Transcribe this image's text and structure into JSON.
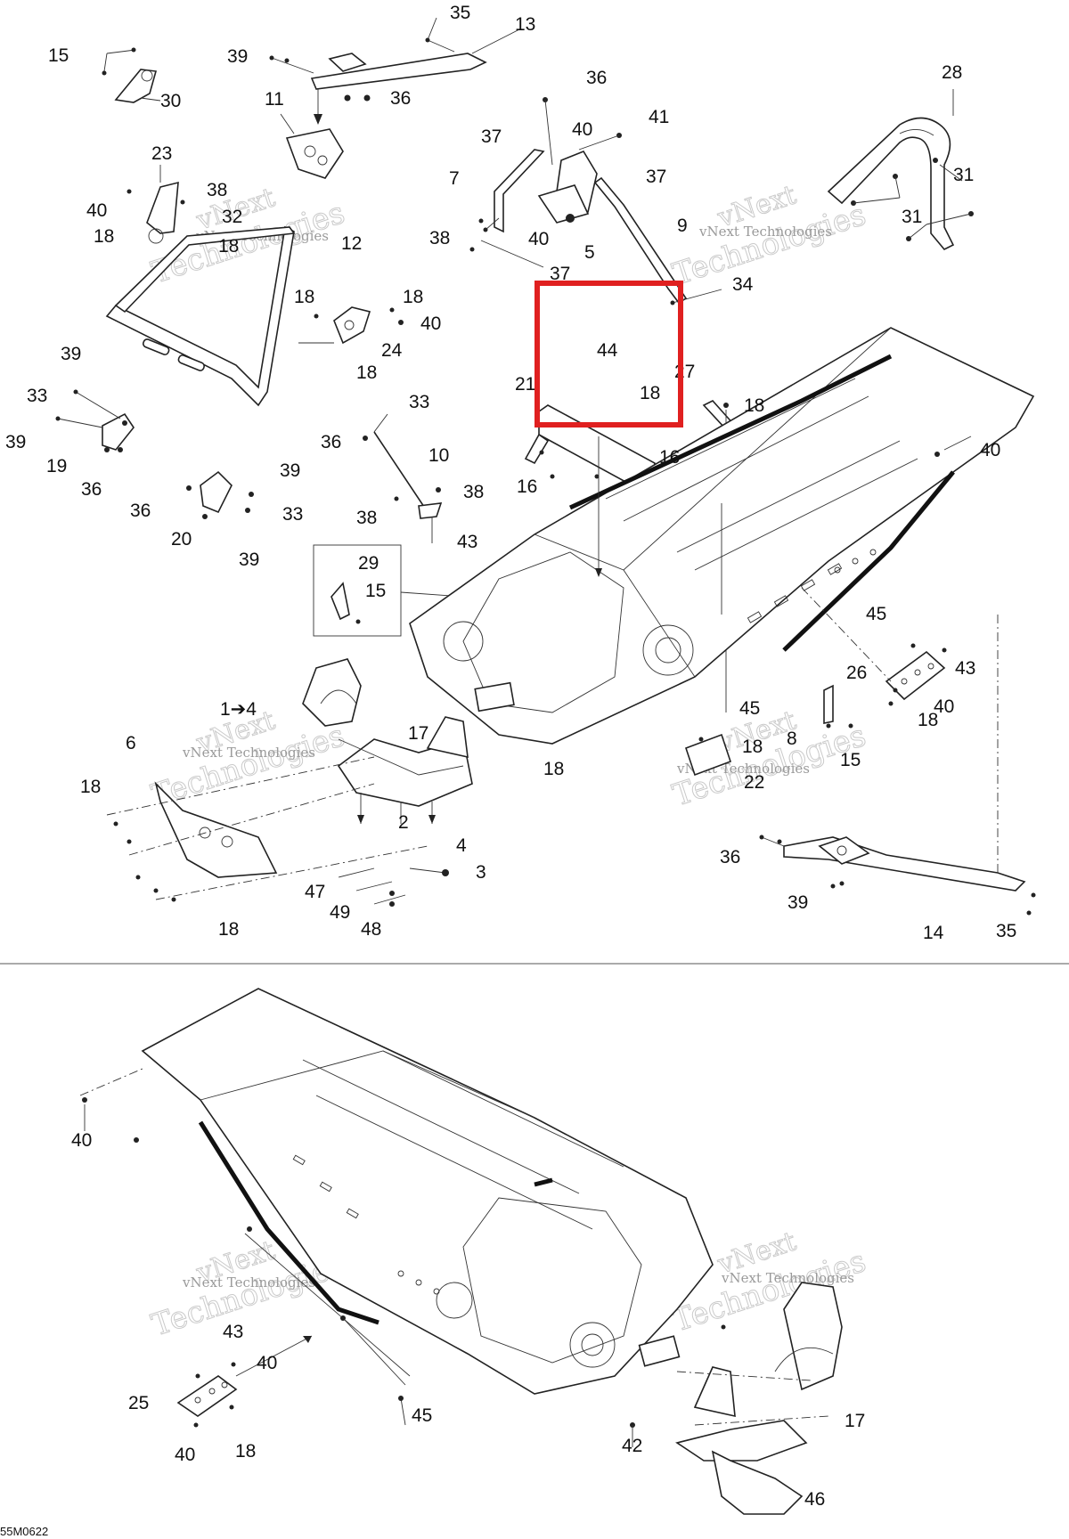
{
  "drawing_code": "55M0622",
  "watermark": {
    "brand_top": "vNext",
    "brand_bottom": "Technologies",
    "small": "vNext Technologies"
  },
  "highlight_color": "#e02020",
  "callouts": {
    "c35a": "35",
    "c13": "13",
    "c15a": "15",
    "c39a": "39",
    "c36a": "36",
    "c30": "30",
    "c11": "11",
    "c36b": "36",
    "c41": "41",
    "c40a": "40",
    "c37a": "37",
    "c37b": "37",
    "c7": "7",
    "c40b": "40",
    "c5": "5",
    "c9": "9",
    "c38a": "38",
    "c37c": "37",
    "c28": "28",
    "c31a": "31",
    "c31b": "31",
    "c34": "34",
    "c23": "23",
    "c40c": "40",
    "c38b": "38",
    "c32": "32",
    "c18a": "18",
    "c18b": "18",
    "c12": "12",
    "c18c": "18",
    "c18d": "18",
    "c40d": "40",
    "c24": "24",
    "c18e": "18",
    "c44": "44",
    "c18f": "18",
    "c21": "21",
    "c27": "27",
    "c18g": "18",
    "c16a": "16",
    "c16b": "16",
    "c40e": "40",
    "c39b": "39",
    "c33a": "33",
    "c39c": "39",
    "c19": "19",
    "c36c": "36",
    "c33b": "33",
    "c36d": "36",
    "c10": "10",
    "c38c": "38",
    "c38d": "38",
    "c43a": "43",
    "c39d": "39",
    "c36e": "36",
    "c20": "20",
    "c33c": "33",
    "c39e": "39",
    "c29": "29",
    "c15b": "15",
    "c45a": "45",
    "c26": "26",
    "c43b": "43",
    "c40f": "40",
    "c18h": "18",
    "c1to4": "1➔4",
    "c6": "6",
    "c17a": "17",
    "c18i": "18",
    "c18j": "18",
    "c2": "2",
    "c4": "4",
    "c3": "3",
    "c47": "47",
    "c49": "49",
    "c48": "48",
    "c18k": "18",
    "c45b": "45",
    "c8": "8",
    "c18l": "18",
    "c15c": "15",
    "c22": "22",
    "c36f": "36",
    "c39f": "39",
    "c14": "14",
    "c35b": "35",
    "c40g": "40",
    "c43c": "43",
    "c40h": "40",
    "c25": "25",
    "c40i": "40",
    "c18m": "18",
    "c45c": "45",
    "c42": "42",
    "c17b": "17",
    "c46": "46"
  }
}
